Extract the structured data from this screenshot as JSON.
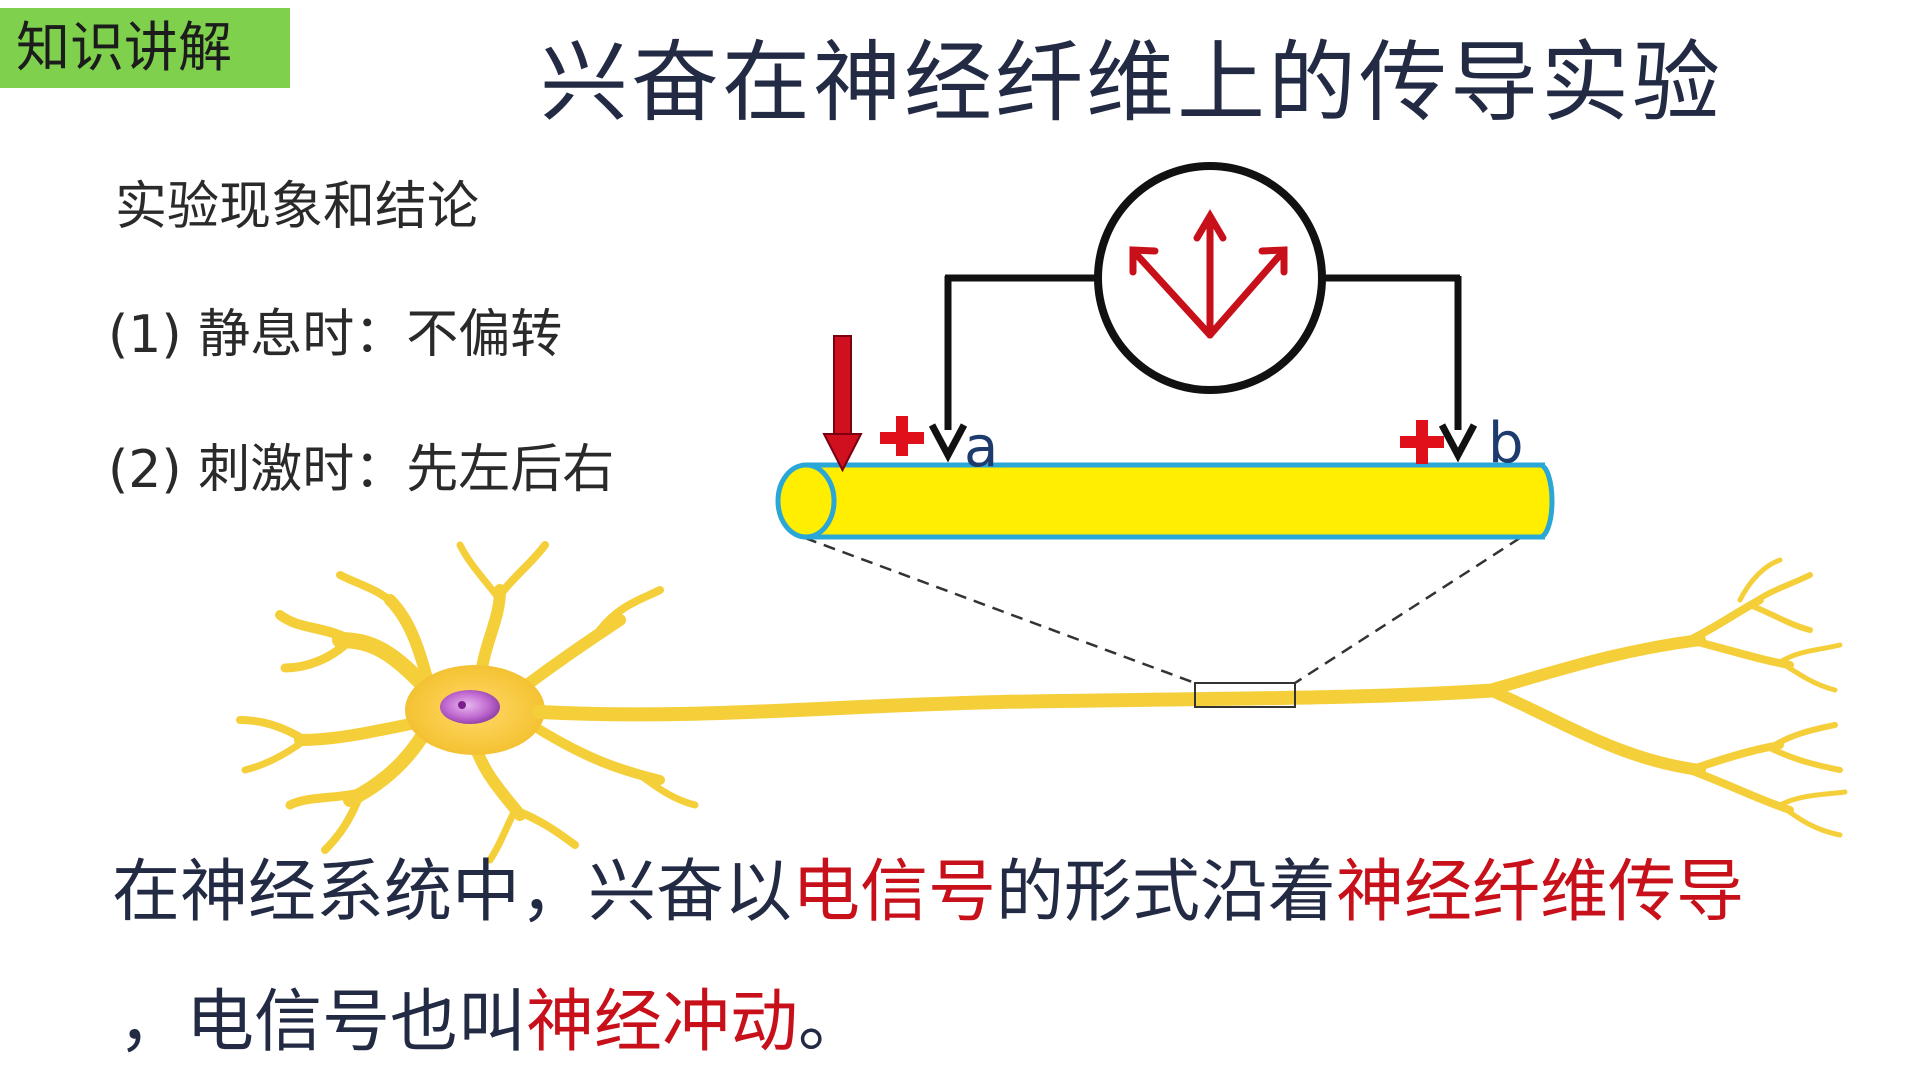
{
  "tag": "知识讲解",
  "title": "兴奋在神经纤维上的传导实验",
  "subhead": "实验现象和结论",
  "observations": [
    "(1) 静息时：不偏转",
    "(2) 刺激时：先左后右"
  ],
  "electrode_labels": {
    "a": "a",
    "b": "b"
  },
  "conclusion": {
    "line1": {
      "part1": "在神经系统中，兴奋以",
      "part2_red": "电信号",
      "part3": "的形式沿着",
      "part4_red": "神经纤维传导"
    },
    "line2": {
      "part1": "，电信号也叫",
      "part2_red": "神经冲动",
      "part3": "。"
    }
  },
  "colors": {
    "tag_bg": "#7ed04d",
    "title_text": "#222a44",
    "highlight_red": "#c8101a",
    "axon_fill": "#ffee00",
    "axon_border": "#2aa7d6",
    "neuron_yellow": "#f5cf3a",
    "nucleus_purple": "#c06ad0",
    "galvanometer_arrow": "#c8101a",
    "stimulus_arrow": "#d0101e"
  },
  "icons": {
    "stimulus": "stimulus-arrow-icon",
    "galvanometer": "galvanometer-icon",
    "plus_a": "plus-icon",
    "plus_b": "plus-icon"
  }
}
